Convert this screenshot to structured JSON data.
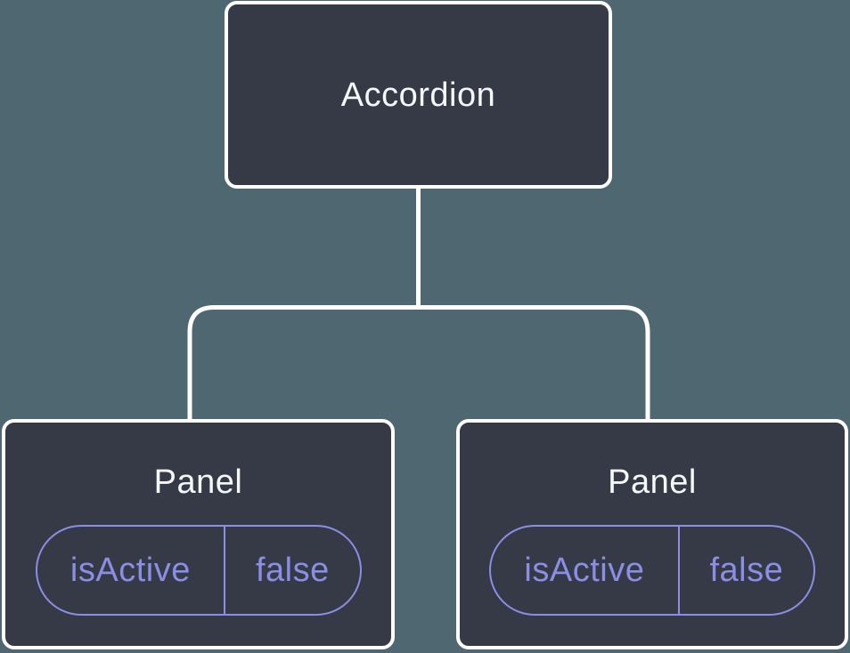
{
  "diagram": {
    "type": "component-tree",
    "root": {
      "label": "Accordion"
    },
    "children": [
      {
        "label": "Panel",
        "state": {
          "key": "isActive",
          "value": "false"
        }
      },
      {
        "label": "Panel",
        "state": {
          "key": "isActive",
          "value": "false"
        }
      }
    ]
  },
  "colors": {
    "background": "#4e6770",
    "node_fill": "#353a46",
    "node_border": "#ffffff",
    "node_label": "#f6f7f9",
    "state_accent": "#8a8ee4",
    "connector": "#ffffff"
  }
}
